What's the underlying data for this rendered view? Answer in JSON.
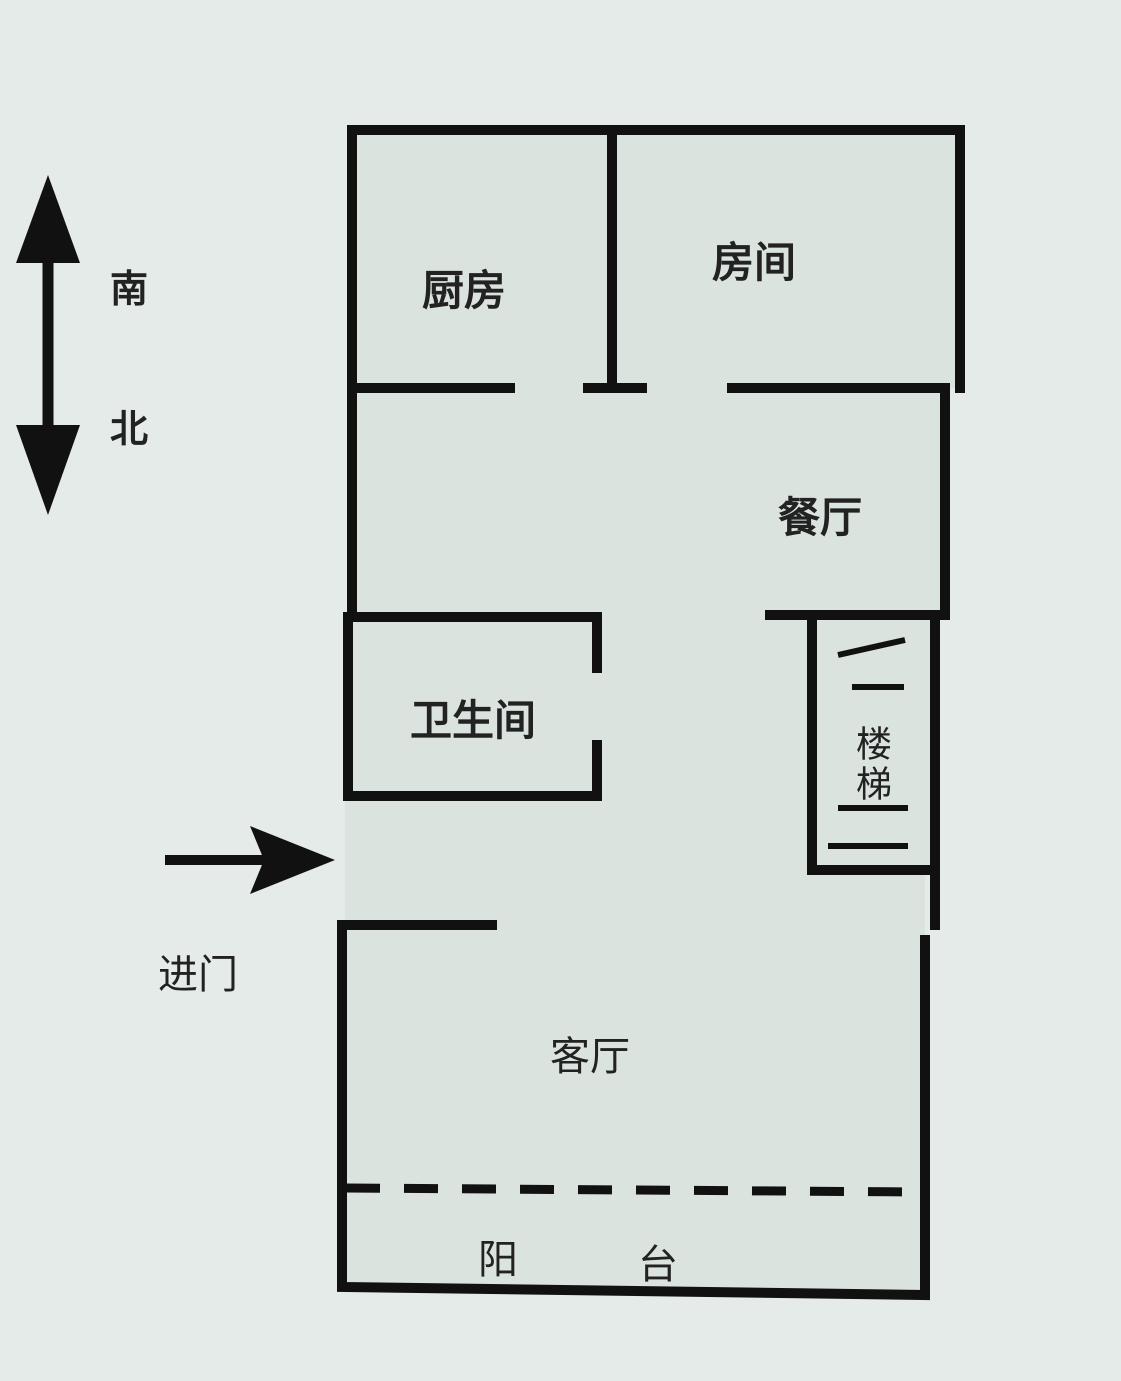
{
  "compass": {
    "south": "南",
    "north": "北"
  },
  "entrance": {
    "label": "进门"
  },
  "rooms": {
    "kitchen": "厨房",
    "bedroom": "房间",
    "dining": "餐厅",
    "bathroom": "卫生间",
    "stairs": "楼梯",
    "living": "客厅",
    "balcony_left": "阳",
    "balcony_right": "台"
  },
  "colors": {
    "background": "#e5ebe8",
    "room_fill": "#dbe3df",
    "wall": "#111111",
    "text": "#222222"
  }
}
